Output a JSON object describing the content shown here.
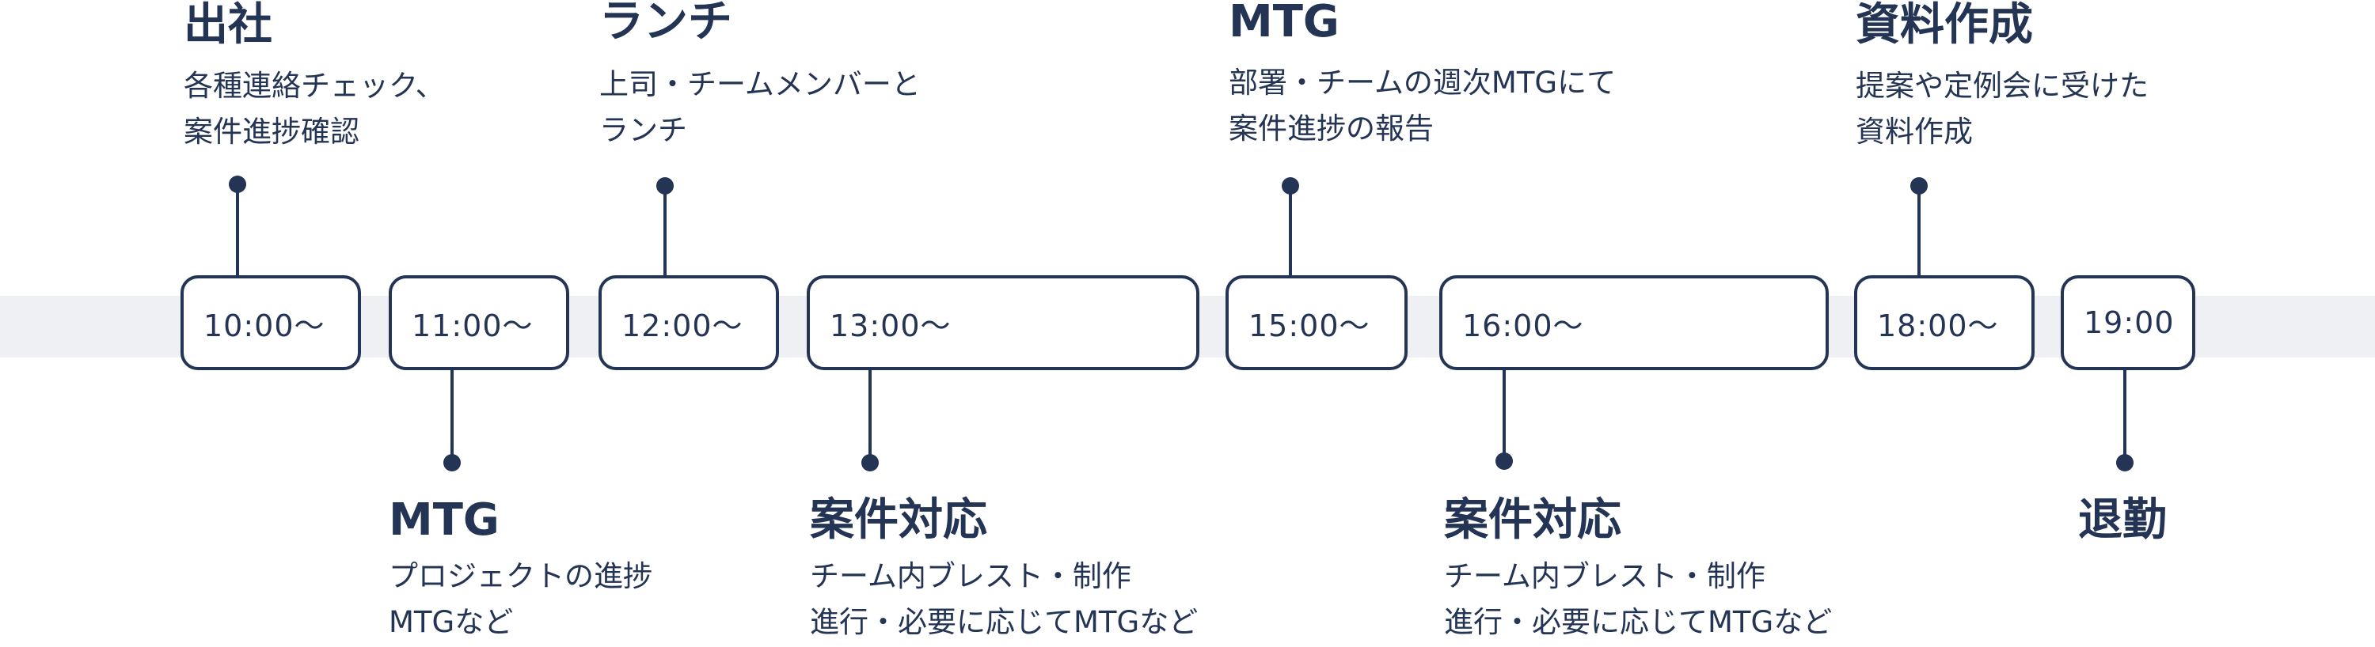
{
  "slots": [
    {
      "label": "10:00～"
    },
    {
      "label": "11:00～"
    },
    {
      "label": "12:00～"
    },
    {
      "label": "13:00～"
    },
    {
      "label": "15:00～"
    },
    {
      "label": "16:00～"
    },
    {
      "label": "18:00～"
    },
    {
      "label": "19:00"
    }
  ],
  "events": {
    "arrive": {
      "title": "出社",
      "lines": [
        "各種連絡チェック、",
        "案件進捗確認"
      ]
    },
    "mtg1": {
      "title": "MTG",
      "lines": [
        "プロジェクトの進捗",
        "MTGなど"
      ]
    },
    "lunch": {
      "title": "ランチ",
      "lines": [
        "上司・チームメンバーと",
        "ランチ"
      ]
    },
    "work1": {
      "title": "案件対応",
      "lines": [
        "チーム内ブレスト・制作",
        "進行・必要に応じてMTGなど"
      ]
    },
    "mtg2": {
      "title": "MTG",
      "lines": [
        "部署・チームの週次MTGにて",
        "案件進捗の報告"
      ]
    },
    "work2": {
      "title": "案件対応",
      "lines": [
        "チーム内ブレスト・制作",
        "進行・必要に応じてMTGなど"
      ]
    },
    "docs": {
      "title": "資料作成",
      "lines": [
        "提案や定例会に受けた",
        "資料作成"
      ]
    },
    "leave": {
      "title": "退勤",
      "lines": []
    }
  }
}
